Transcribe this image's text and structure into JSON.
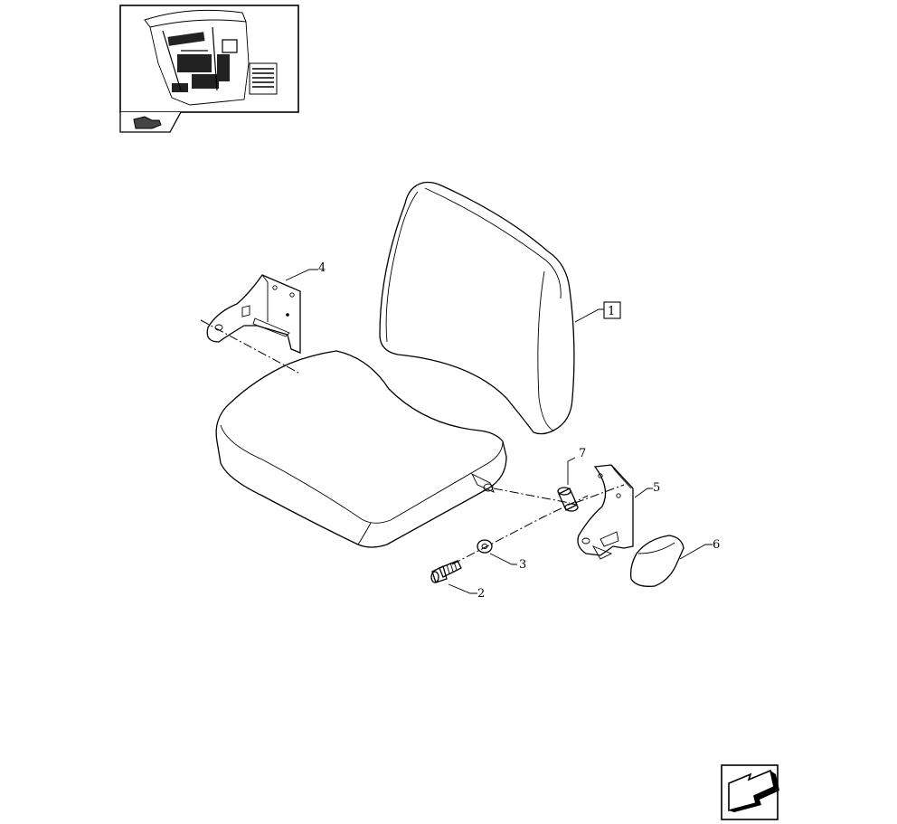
{
  "callouts": {
    "part_1": "1",
    "part_2": "2",
    "part_3": "3",
    "part_4": "4",
    "part_5": "5",
    "part_6": "6",
    "part_7": "7"
  },
  "icons": {
    "thumbnail": "tractor-cab-thumbnail-icon",
    "thumbnail_tab": "hand-pointer-icon",
    "nav": "next-page-arrow-icon"
  },
  "colors": {
    "line": "#000000",
    "background": "#ffffff"
  }
}
